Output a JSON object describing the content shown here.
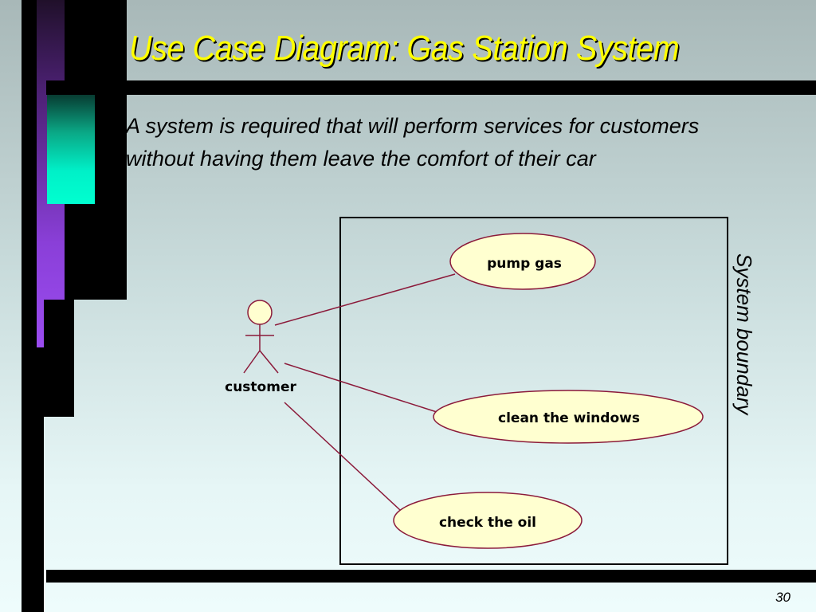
{
  "slide": {
    "title": "Use Case Diagram: Gas Station System",
    "body": "A system is required that will perform services for customers without having them leave the comfort of their car",
    "page_number": "30"
  },
  "diagram": {
    "actor": {
      "name": "customer"
    },
    "system_boundary_label": "System boundary",
    "use_cases": [
      "pump gas",
      "clean the windows",
      "check the oil"
    ]
  },
  "colors": {
    "title": "#ffff00",
    "use_case_fill": "#ffffd0",
    "line": "#8b1a3a",
    "purple_strip": "#9b4cf0",
    "cyan_block": "#00ffd0"
  }
}
